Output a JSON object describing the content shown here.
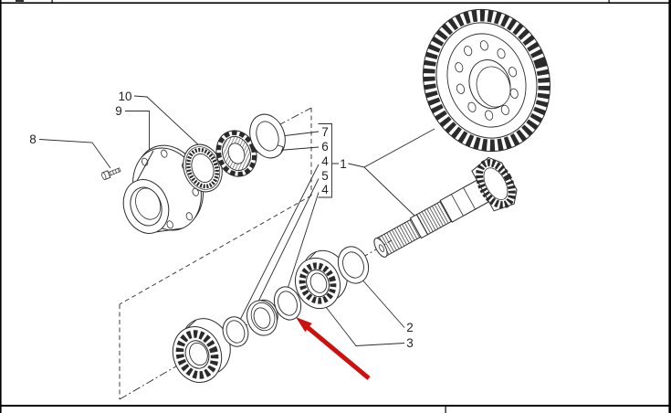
{
  "diagram": {
    "kind": "exploded-parts-diagram",
    "subject": "bevel ring gear, pinion shaft, wheel hub and bearing assembly",
    "callouts": {
      "hub_bolt": "8",
      "hub": "9",
      "seal": "10",
      "stack": [
        "7",
        "6",
        "4",
        "5",
        "4"
      ],
      "pinion_assembly": "1",
      "washer": "2",
      "bearing": "3"
    },
    "colors": {
      "line": "#2b2b2b",
      "arrow": "#cc1111",
      "frame": "#000000",
      "background": "#ffffff"
    }
  }
}
